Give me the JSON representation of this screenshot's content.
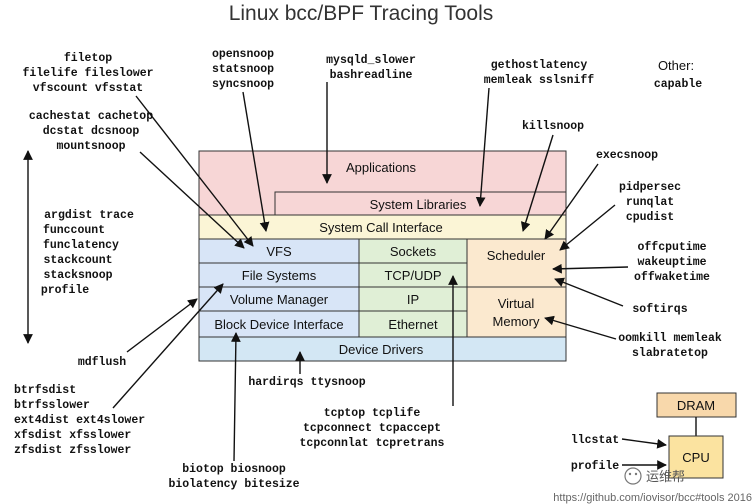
{
  "title": "Linux bcc/BPF Tracing Tools",
  "boxes": {
    "applications": "Applications",
    "system_libraries": "System Libraries",
    "system_call_interface": "System Call Interface",
    "vfs": "VFS",
    "sockets": "Sockets",
    "scheduler": "Scheduler",
    "file_systems": "File Systems",
    "tcp_udp": "TCP/UDP",
    "volume_manager": "Volume Manager",
    "ip": "IP",
    "virtual": "Virtual",
    "memory": "Memory",
    "block_device_interface": "Block Device Interface",
    "ethernet": "Ethernet",
    "device_drivers": "Device Drivers",
    "dram": "DRAM",
    "cpu": "CPU"
  },
  "tools": {
    "filetop": [
      "filetop",
      "filelife fileslower",
      "vfscount vfsstat"
    ],
    "cachestat": [
      "cachestat cachetop",
      "dcstat dcsnoop",
      "mountsnoop"
    ],
    "opensnoop": [
      "opensnoop",
      "statsnoop",
      "syncsnoop"
    ],
    "mysql": [
      "mysqld_slower",
      "bashreadline"
    ],
    "gethost": [
      "gethostlatency",
      "memleak sslsniff"
    ],
    "other_heading": "Other:",
    "other_tool": "capable",
    "killsnoop": "killsnoop",
    "execsnoop": "execsnoop",
    "pidpersec": [
      "pidpersec",
      "runqlat",
      "cpudist"
    ],
    "offcpu": [
      "offcputime",
      "wakeuptime",
      "offwaketime"
    ],
    "softirqs": "softirqs",
    "oomkill": [
      "oomkill memleak",
      "slabratetop"
    ],
    "argdist": [
      "argdist trace",
      "funccount",
      "funclatency",
      "stackcount",
      "stacksnoop",
      "profile"
    ],
    "mdflush": "mdflush",
    "btrfs": [
      "btrfsdist",
      "btrfsslower",
      "ext4dist ext4slower",
      "xfsdist xfsslower",
      "zfsdist zfsslower"
    ],
    "hardirqs": "hardirqs ttysnoop",
    "tcptop": [
      "tcptop tcplife",
      "tcpconnect tcpaccept",
      "tcpconnlat tcpretrans"
    ],
    "biotop": [
      "biotop biosnoop",
      "biolatency bitesize"
    ],
    "llcstat": "llcstat",
    "profile_cpu": "profile"
  },
  "footer": "https://github.com/iovisor/bcc#tools 2016",
  "watermark": "运维帮",
  "colors": {
    "app_red": "#f7d6d6",
    "syscall_yellow": "#fbf5d6",
    "blue": "#d8e5f7",
    "green": "#e0efd6",
    "orange": "#fbe9cf",
    "driver_blue": "#d3e7f4",
    "dram_orange": "#f8d8ab",
    "cpu_yellow": "#fbe3a0",
    "border": "#333333"
  }
}
